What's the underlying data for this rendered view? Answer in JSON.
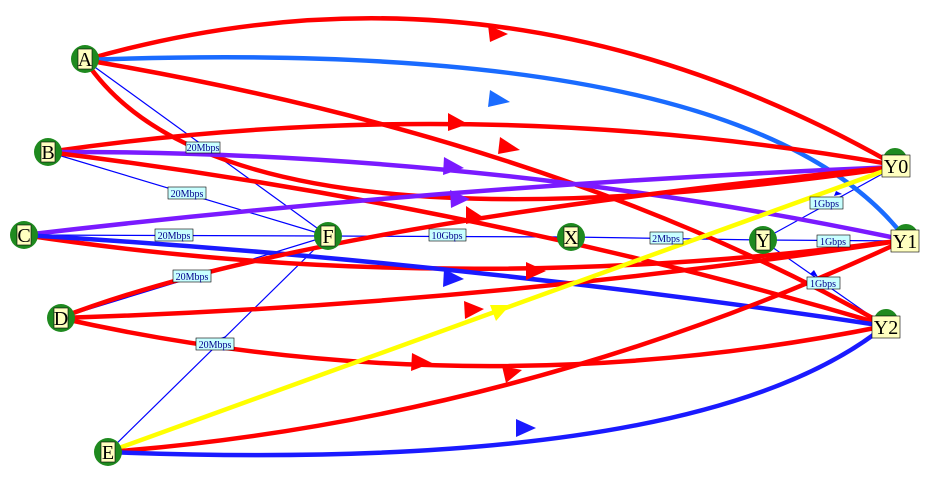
{
  "nodes": {
    "A": "A",
    "B": "B",
    "C": "C",
    "D": "D",
    "E": "E",
    "F": "F",
    "X": "X",
    "Y": "Y",
    "Y0": "Y0",
    "Y1": "Y1",
    "Y2": "Y2"
  },
  "link_labels": {
    "a_f": "20Mbps",
    "b_f": "20Mbps",
    "c_f": "20Mbps",
    "d_f": "20Mbps",
    "e_f": "20Mbps",
    "f_x": "10Gbps",
    "x_y": "2Mbps",
    "y_y0": "1Gbps",
    "y_y1": "1Gbps",
    "y_y2": "1Gbps"
  },
  "colors": {
    "red": "#ff0000",
    "light_blue": "#1a6bff",
    "purple": "#7a1aff",
    "blue": "#1a1aff",
    "yellow": "#ffff00",
    "link": "#0000ff",
    "node_circle": "#1f8a1f",
    "node_box": "#ffffc0",
    "label_box": "#c8ffff"
  }
}
